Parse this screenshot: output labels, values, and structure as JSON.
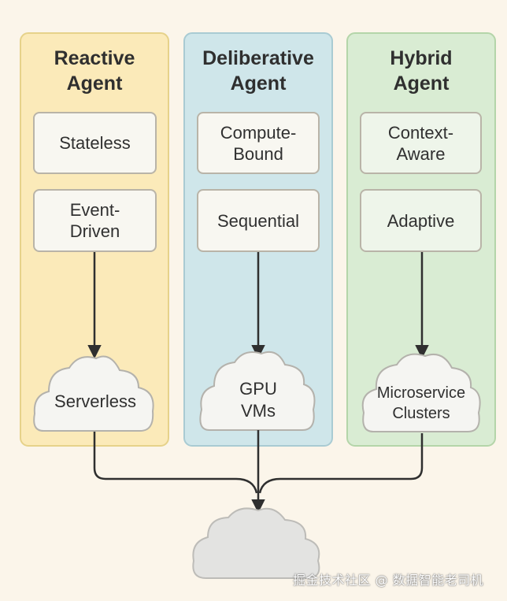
{
  "columns": [
    {
      "title": "Reactive\nAgent",
      "color": "#fbeab9",
      "items": [
        "Stateless",
        "Event-\nDriven"
      ],
      "cloud": "Serverless"
    },
    {
      "title": "Deliberative\nAgent",
      "color": "#cfe6ea",
      "items": [
        "Compute-\nBound",
        "Sequential"
      ],
      "cloud": "GPU\nVMs"
    },
    {
      "title": "Hybrid\nAgent",
      "color": "#d9ecd3",
      "items": [
        "Context-\nAware",
        "Adaptive"
      ],
      "cloud": "Microservice\nClusters"
    }
  ],
  "colors": {
    "background": "#fbf5ea",
    "arrow": "#2f2f2f",
    "box_fill": "#f8f7f1",
    "cloud_fill": "#f5f5f2",
    "bottom_cloud_fill": "#e3e3e1"
  },
  "watermark": "掘金技术社区 @ 数据智能老司机"
}
